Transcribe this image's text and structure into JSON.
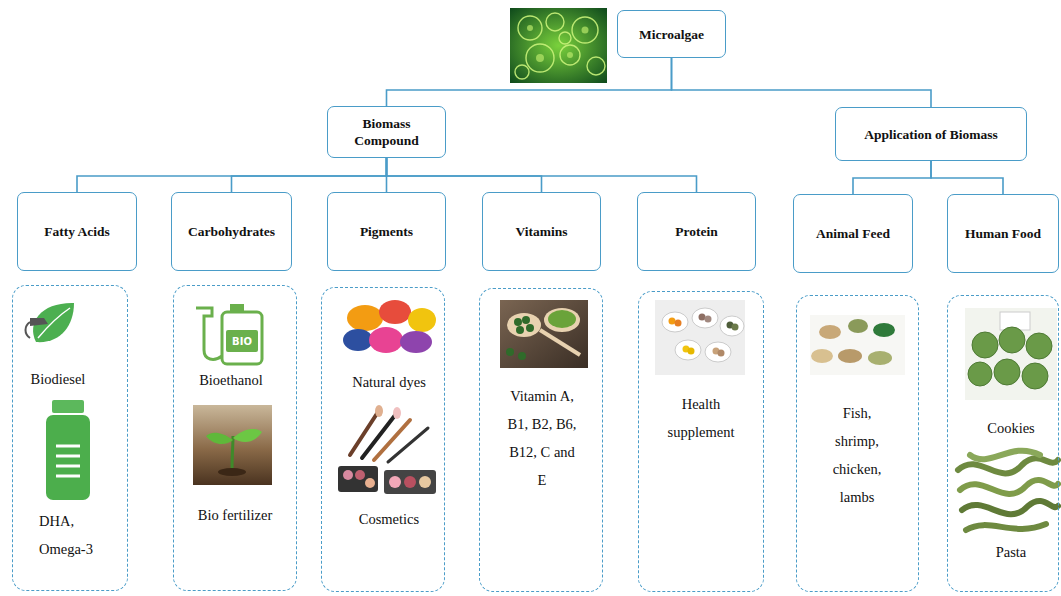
{
  "diagram": {
    "nodes": [
      {
        "text": [
          "Microalgae"
        ]
      },
      {
        "text": [
          "Biomass Compound"
        ]
      },
      {
        "text": [
          "Application of Biomass"
        ]
      },
      {
        "text": [
          "Fatty Acids"
        ]
      },
      {
        "text": [
          "Carbohydrates"
        ]
      },
      {
        "text": [
          "Pigments"
        ]
      },
      {
        "text": [
          "Vitamins"
        ]
      },
      {
        "text": [
          "Protein"
        ]
      },
      {
        "text": [
          "Animal Feed"
        ]
      },
      {
        "text": [
          "Human Food"
        ]
      },
      {
        "text": [
          "Biodiesel",
          "DHA, Omega-3"
        ]
      },
      {
        "text": [
          "Bioethanol",
          "Bio fertilizer"
        ]
      },
      {
        "text": [
          "Natural dyes",
          "Cosmetics"
        ]
      },
      {
        "text": [
          "Vitamin A, B1, B2, B6, B12, C and E"
        ]
      },
      {
        "text": [
          "Health supplement"
        ]
      },
      {
        "text": [
          "Fish, shrimp, chicken, lambs"
        ]
      },
      {
        "text": [
          "Cookies",
          "Pasta"
        ]
      }
    ],
    "edges": [
      {
        "from": 0,
        "to": 1,
        "arrow": "none"
      },
      {
        "from": 0,
        "to": 2,
        "arrow": "none"
      },
      {
        "from": 1,
        "to": 3,
        "arrow": "none"
      },
      {
        "from": 1,
        "to": 4,
        "arrow": "none"
      },
      {
        "from": 1,
        "to": 5,
        "arrow": "none"
      },
      {
        "from": 1,
        "to": 6,
        "arrow": "none"
      },
      {
        "from": 1,
        "to": 7,
        "arrow": "none"
      },
      {
        "from": 2,
        "to": 8,
        "arrow": "none"
      },
      {
        "from": 2,
        "to": 9,
        "arrow": "none"
      }
    ],
    "labels": [
      "BIO"
    ]
  }
}
